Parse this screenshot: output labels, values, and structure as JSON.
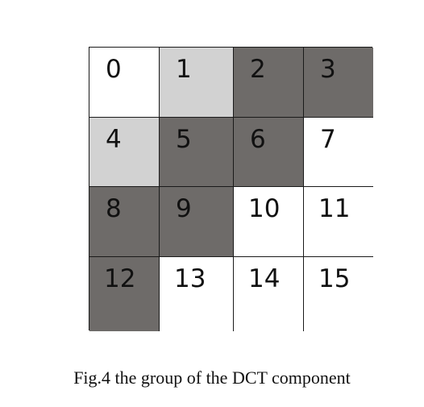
{
  "grid": {
    "cells": [
      {
        "label": "0",
        "shade": "white"
      },
      {
        "label": "1",
        "shade": "light"
      },
      {
        "label": "2",
        "shade": "dark"
      },
      {
        "label": "3",
        "shade": "dark"
      },
      {
        "label": "4",
        "shade": "light"
      },
      {
        "label": "5",
        "shade": "dark"
      },
      {
        "label": "6",
        "shade": "dark"
      },
      {
        "label": "7",
        "shade": "white"
      },
      {
        "label": "8",
        "shade": "dark"
      },
      {
        "label": "9",
        "shade": "dark"
      },
      {
        "label": "10",
        "shade": "white"
      },
      {
        "label": "11",
        "shade": "white"
      },
      {
        "label": "12",
        "shade": "dark"
      },
      {
        "label": "13",
        "shade": "white"
      },
      {
        "label": "14",
        "shade": "white"
      },
      {
        "label": "15",
        "shade": "white"
      }
    ],
    "colors": {
      "white": "#ffffff",
      "light": "#d2d2d2",
      "dark": "#6e6b69"
    }
  },
  "caption": "Fig.4 the group of the DCT component"
}
